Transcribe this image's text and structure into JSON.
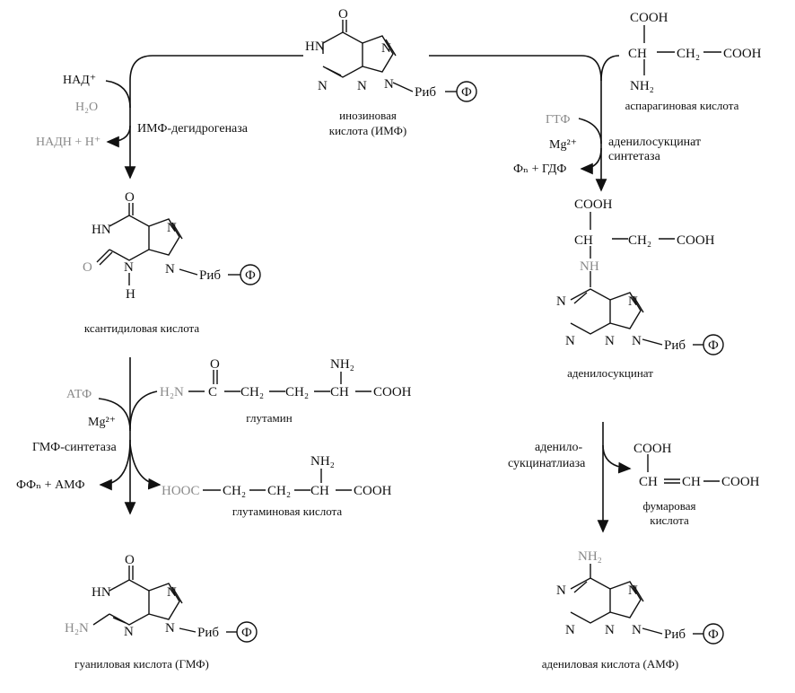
{
  "diagram": {
    "imp": {
      "caption_line1": "инозиновая",
      "caption_line2": "кислота (ИМФ)",
      "rib": "Риб",
      "phi": "Ф",
      "o": "O",
      "hn": "HN",
      "n": "N"
    },
    "xmp": {
      "caption": "ксантидиловая кислота",
      "rib": "Риб",
      "phi": "Ф",
      "o": "O",
      "hn": "HN",
      "n": "N",
      "h": "H"
    },
    "gmp": {
      "caption": "гуаниловая кислота (ГМФ)",
      "rib": "Риб",
      "phi": "Ф",
      "o": "O",
      "hn": "HN",
      "n": "N",
      "h2n": "H₂N"
    },
    "adenylosuccinate": {
      "caption": "аденилосукцинат",
      "rib": "Риб",
      "phi": "Ф",
      "cooh": "COOH",
      "ch": "CH",
      "ch2": "CH₂",
      "nh": "NH",
      "n": "N"
    },
    "amp": {
      "caption": "адениловая кислота (АМФ)",
      "rib": "Риб",
      "phi": "Ф",
      "nh2": "NH₂",
      "n": "N"
    },
    "aspartate": {
      "caption": "аспарагиновая кислота",
      "cooh": "COOH",
      "ch": "CH",
      "ch2": "CH₂",
      "nh2": "NH₂"
    },
    "glutamine": {
      "caption": "глутамин",
      "h2n": "H₂N",
      "o": "O",
      "c": "C",
      "ch2": "CH₂",
      "ch": "CH",
      "nh2": "NH₂",
      "cooh": "COOH"
    },
    "glutamate": {
      "caption": "глутаминовая кислота",
      "hooc": "HOOC",
      "ch2": "CH₂",
      "ch": "CH",
      "nh2": "NH₂",
      "cooh": "COOH"
    },
    "fumarate": {
      "caption_line1": "фумаровая",
      "caption_line2": "кислота",
      "cooh": "COOH",
      "ch": "CH"
    },
    "enzymes": {
      "imp_dh": "ИМФ-дегидрогеназа",
      "adsl_synth_line1": "аденилосукцинат",
      "adsl_synth_line2": "синтетаза",
      "gmp_synth": "ГМФ-синтетаза",
      "adsl_lyase_line1": "аденило-",
      "adsl_lyase_line2": "сукцинатлиаза"
    },
    "cofactors": {
      "nad": "НАД⁺",
      "h2o": "H₂O",
      "nadh": "НАДН + H⁺",
      "gtp": "ГТФ",
      "mg": "Mg²⁺",
      "pi_gdp": "Фₙ + ГДФ",
      "atp": "АТФ",
      "mg2": "Mg²⁺",
      "ppi_amp": "ФФₙ + АМФ"
    }
  }
}
